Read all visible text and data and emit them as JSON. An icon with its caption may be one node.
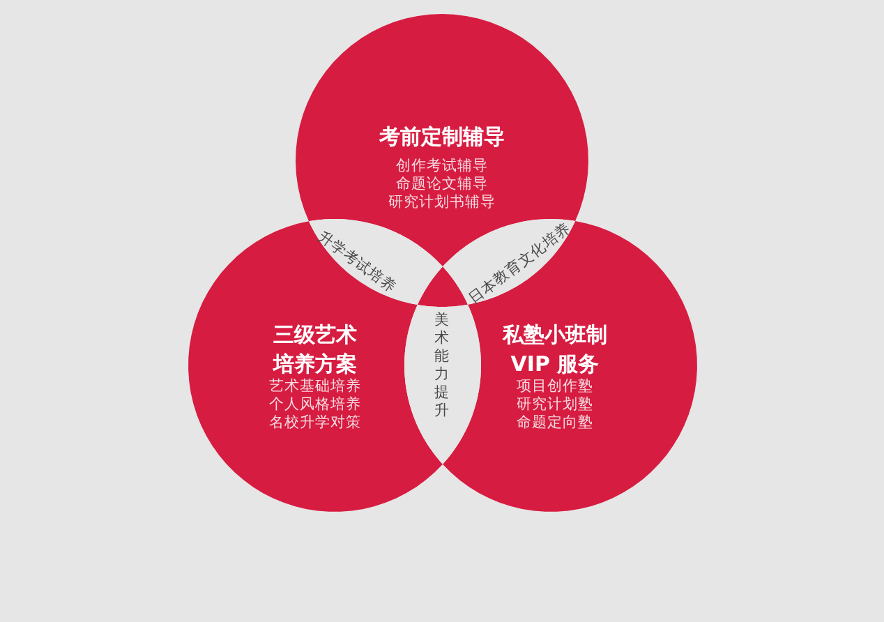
{
  "diagram": {
    "nodes": [
      {
        "text": [
          "考前定制辅导",
          "创作考试辅导",
          "命题论文辅导",
          "研究计划书辅导"
        ]
      },
      {
        "text": [
          "升学考试培养"
        ]
      },
      {
        "text": [
          "日本教育文化培养"
        ]
      },
      {
        "text": [
          "三级艺术培养方案",
          "艺术基础培养",
          "个人风格培养",
          "名校升学对策"
        ]
      },
      {
        "text": [
          "美术能力提升"
        ]
      },
      {
        "text": [
          "私塾小班制VIP 服务",
          "项目创作塾",
          "研究计划塾",
          "命题定向塾"
        ]
      }
    ]
  }
}
